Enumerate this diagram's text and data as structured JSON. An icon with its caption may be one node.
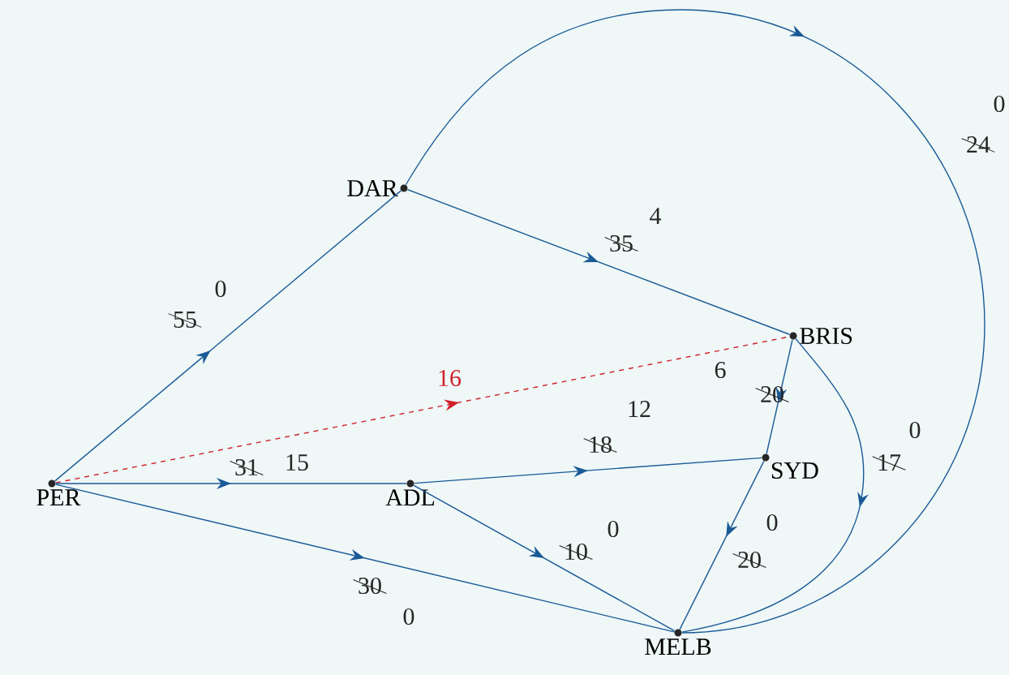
{
  "diagram": {
    "nodes": [
      {
        "text": [
          "PER"
        ]
      },
      {
        "text": [
          "DAR"
        ]
      },
      {
        "text": [
          "ADL"
        ]
      },
      {
        "text": [
          "BRIS"
        ]
      },
      {
        "text": [
          "SYD"
        ]
      },
      {
        "text": [
          "MELB"
        ]
      }
    ],
    "edges": [
      {
        "from": 0,
        "to": 1,
        "arrow": "to",
        "label": "55"
      },
      {
        "from": 0,
        "to": 3,
        "arrow": "to",
        "label": "16",
        "style": "dashed",
        "color": "#d0202a"
      },
      {
        "from": 0,
        "to": 2,
        "arrow": "to",
        "label": "31"
      },
      {
        "from": 0,
        "to": 5,
        "arrow": "to",
        "label": "30"
      },
      {
        "from": 1,
        "to": 3,
        "arrow": "to",
        "label": "35"
      },
      {
        "from": 1,
        "to": 5,
        "arrow": "to",
        "label": "24"
      },
      {
        "from": 2,
        "to": 4,
        "arrow": "to",
        "label": "18"
      },
      {
        "from": 2,
        "to": 5,
        "arrow": "to",
        "label": "10"
      },
      {
        "from": 3,
        "to": 4,
        "arrow": "to",
        "label": "20"
      },
      {
        "from": 3,
        "to": 5,
        "arrow": "to",
        "label": "17"
      },
      {
        "from": 4,
        "to": 5,
        "arrow": "to",
        "label": "20"
      }
    ],
    "labels": [
      "0",
      "4",
      "0",
      "6",
      "12",
      "0",
      "15",
      "0",
      "0",
      "0"
    ]
  }
}
